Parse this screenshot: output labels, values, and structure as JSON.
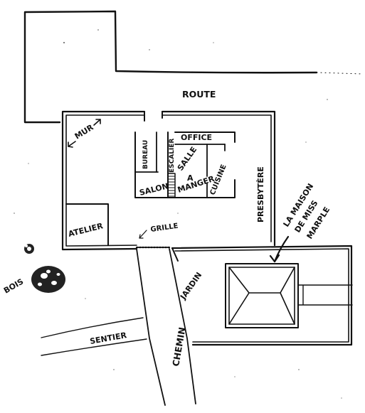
{
  "labels": {
    "route": "ROUTE",
    "mur": "MUR",
    "bureau": "BUREAU",
    "escalier": "ESCALIER",
    "office": "OFFICE",
    "salle": "SALLE",
    "a": "A",
    "manger": "MANGER",
    "salon": "SALON",
    "cuisine": "CUISINE",
    "presbytere": "PRESBYTÈRE",
    "atelier": "ATELIER",
    "grille": "GRILLE",
    "bois": "BOIS",
    "jardin": "JARDIN",
    "sentier": "SENTIER",
    "chemin": "CHEMIN",
    "maison_line1": "LA MAISON",
    "maison_line2": "DE MISS",
    "maison_line3": "MARPLE"
  },
  "ink_color": "#111111",
  "paper_color": "#ffffff"
}
